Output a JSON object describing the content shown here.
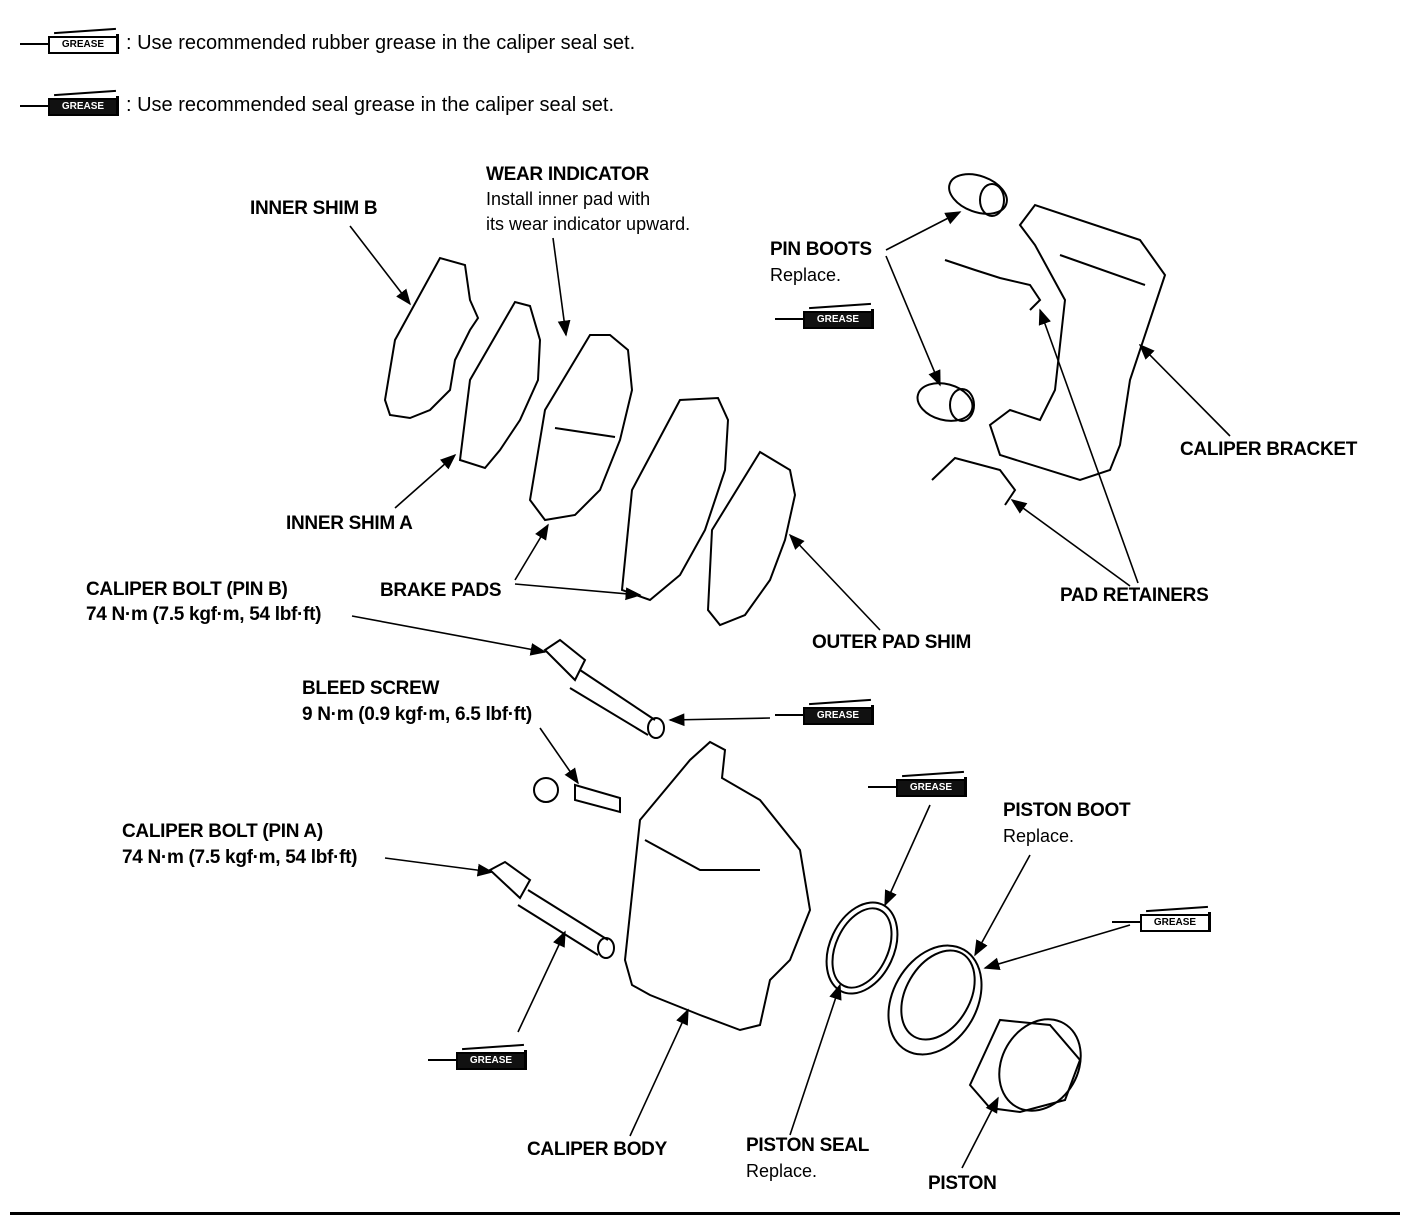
{
  "legend": [
    {
      "icon": "grease-gun-rubber-icon",
      "badge": "GREASE",
      "text": ": Use recommended rubber grease in the caliper seal set."
    },
    {
      "icon": "grease-gun-seal-icon",
      "badge": "GREASE",
      "text": ": Use recommended seal grease in the caliper seal set."
    }
  ],
  "grease_badge": "GREASE",
  "labels": {
    "wear_indicator": {
      "title": "WEAR INDICATOR",
      "note1": "Install inner pad with",
      "note2": "its wear indicator upward."
    },
    "inner_shim_b": "INNER SHIM B",
    "inner_shim_a": "INNER SHIM A",
    "pin_boots": {
      "title": "PIN BOOTS",
      "note": "Replace."
    },
    "caliper_bracket": "CALIPER BRACKET",
    "pad_retainers": "PAD RETAINERS",
    "brake_pads": "BRAKE PADS",
    "outer_pad_shim": "OUTER PAD SHIM",
    "caliper_bolt_b": {
      "title": "CALIPER BOLT (PIN B)",
      "torque": "74 N·m (7.5 kgf·m, 54 lbf·ft)"
    },
    "bleed_screw": {
      "title": "BLEED SCREW",
      "torque": "9 N·m (0.9 kgf·m, 6.5 lbf·ft)"
    },
    "caliper_bolt_a": {
      "title": "CALIPER BOLT (PIN A)",
      "torque": "74 N·m (7.5 kgf·m, 54 lbf·ft)"
    },
    "piston_boot": {
      "title": "PISTON BOOT",
      "note": "Replace."
    },
    "caliper_body": "CALIPER BODY",
    "piston_seal": {
      "title": "PISTON SEAL",
      "note": "Replace."
    },
    "piston": "PISTON"
  }
}
